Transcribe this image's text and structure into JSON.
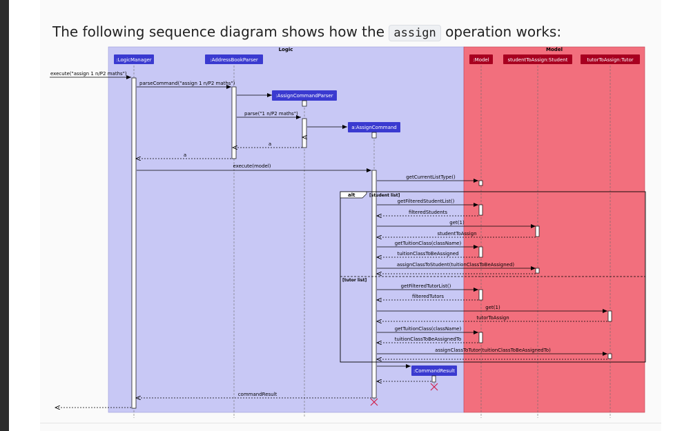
{
  "intro": {
    "prefix": "The following sequence diagram shows how the",
    "code": "assign",
    "suffix": "operation works:"
  },
  "diagram": {
    "colors": {
      "logic": "#c8c8f5",
      "model": "#f26f7d",
      "participant_logic": "#3a3ad0",
      "participant_model": "#a80020"
    },
    "boxes": {
      "logic": "Logic",
      "model": "Model"
    },
    "participants": [
      ":LogicManager",
      ":AddressBookParser",
      ":AssignCommandParser",
      "a:AssignCommand",
      ":Model",
      "studentToAssign:Student",
      "tutorToAssign:Tutor",
      ":CommandResult"
    ],
    "messages": [
      "execute(\"assign 1 n/P2 maths\")",
      "parseCommand(\"assign 1 n/P2 maths\")",
      "parse(\"1 n/P2 maths\")",
      "a",
      "a",
      "execute(model)",
      "getCurrentListType()",
      "getFilteredStudentList()",
      "filteredStudents",
      "get(1)",
      "studentToAssign",
      "getTuitionClass(className)",
      "tuitionClassToBeAssigned",
      "assignClassToStudent(tuitionClassToBeAssigned)",
      "getFilteredTutorList()",
      "filteredTutors",
      "get(1)",
      "tutorToAssign",
      "getTuitionClass(className)",
      "tuitionClassToBeAssignedTo",
      "assignClassToTutor(tuitionClassToBeAssignedTo)",
      "commandResult"
    ],
    "fragment": {
      "op": "alt",
      "guard1": "[student list]",
      "guard2": "[tutor list]"
    }
  }
}
